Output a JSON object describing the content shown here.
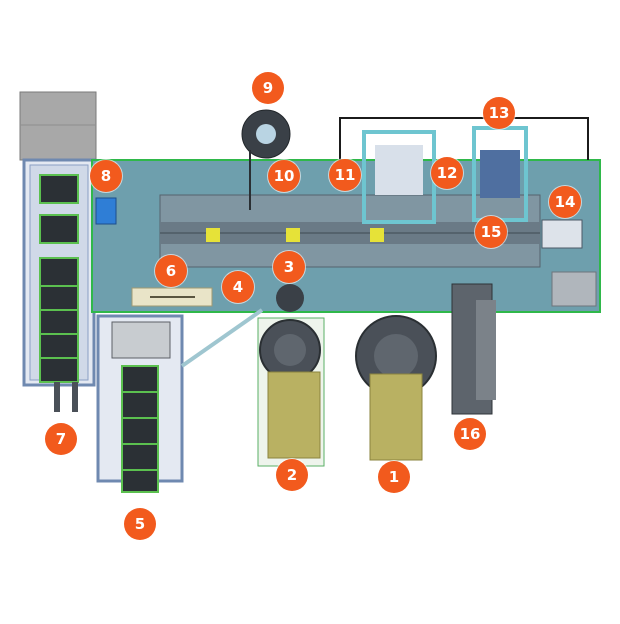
{
  "diagram": {
    "colors": {
      "marker": "#f25a1d",
      "frame": "#7f99b6",
      "table": "#6fa0ae",
      "conveyor": "#2a2f33",
      "roll": "#3c4248",
      "hopper": "#b8b060",
      "border_green": "#2fb84a",
      "yellow_block": "#e7e23a",
      "cabinet": "#a9a9a9"
    },
    "markers": [
      {
        "label": "1"
      },
      {
        "label": "2"
      },
      {
        "label": "3"
      },
      {
        "label": "4"
      },
      {
        "label": "5"
      },
      {
        "label": "6"
      },
      {
        "label": "7"
      },
      {
        "label": "8"
      },
      {
        "label": "9"
      },
      {
        "label": "10"
      },
      {
        "label": "11"
      },
      {
        "label": "12"
      },
      {
        "label": "13"
      },
      {
        "label": "14"
      },
      {
        "label": "15"
      },
      {
        "label": "16"
      }
    ]
  }
}
